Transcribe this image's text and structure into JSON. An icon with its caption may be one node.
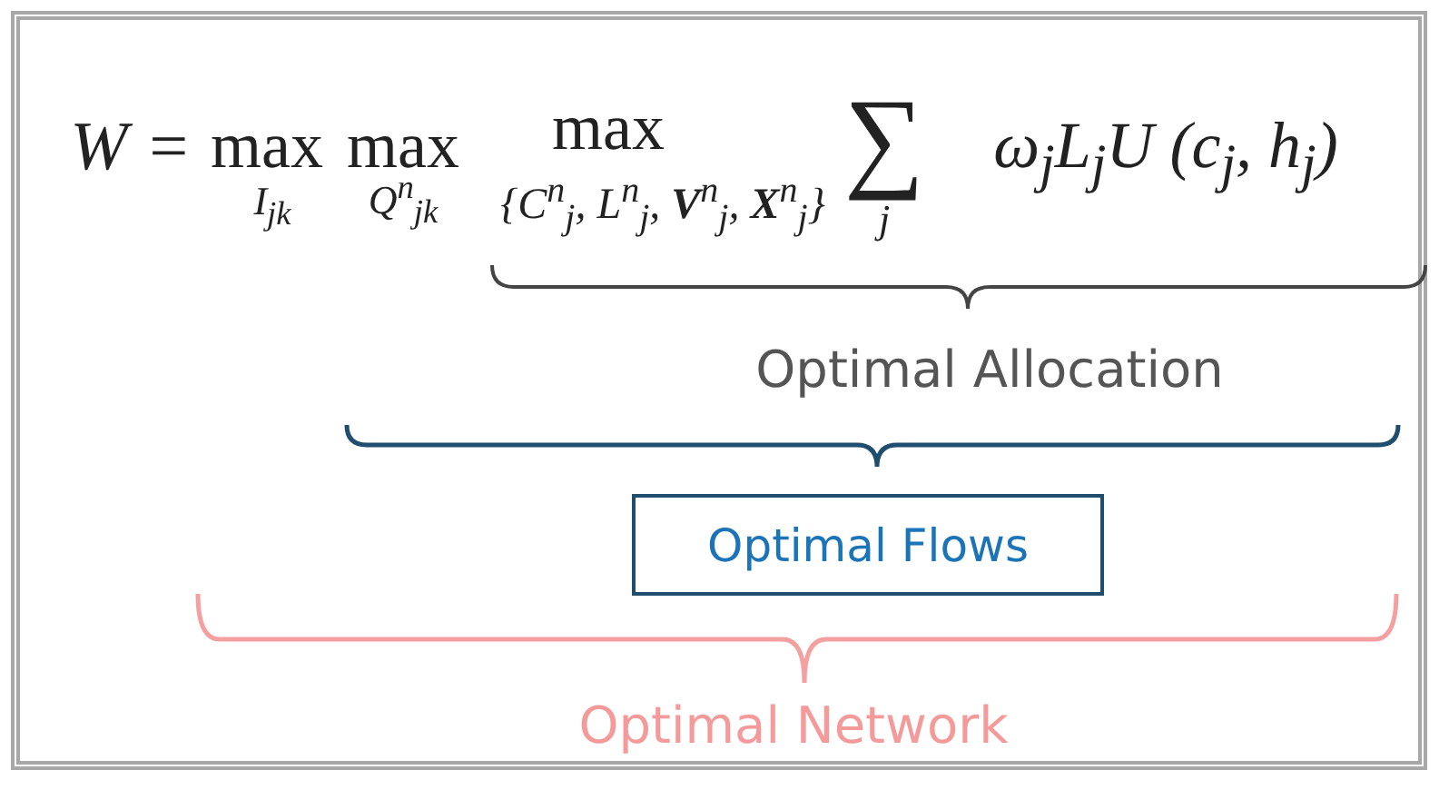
{
  "diagram": {
    "nodes": [
      {
        "text": [
          "Optimal Flows"
        ]
      }
    ],
    "edges": [],
    "labels": [
      "W =",
      "max",
      "I$_{jk}$",
      "max",
      "Q$^{n}$$_{jk}$",
      "max",
      "{C$^{n}$$_{j}$, L$^{n}$$_{j}$, **V**$^{n}$$_{j}$, **X**$^{n}$$_{j}$}",
      "∑",
      "j",
      "ω$_{j}$L$_{j}$U (c$_{j}$, h$_{j}$)",
      "Optimal Allocation",
      "Optimal Network"
    ]
  }
}
